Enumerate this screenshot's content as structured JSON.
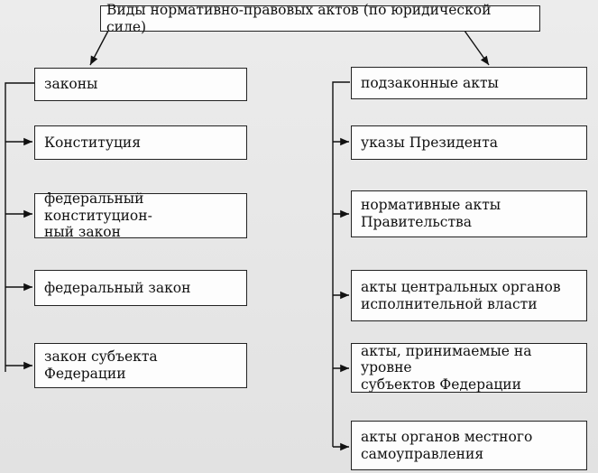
{
  "diagram": {
    "root": "Виды нормативно-правовых актов (по юридической силе)",
    "left_branch": {
      "title": "законы",
      "items": [
        "Конституция",
        "федеральный конституцион-\nный закон",
        "федеральный закон",
        "закон субъекта\nФедерации"
      ]
    },
    "right_branch": {
      "title": "подзаконные акты",
      "items": [
        "указы Президента",
        "нормативные акты\nПравительства",
        "акты центральных органов\nисполнительной власти",
        "акты, принимаемые на уровне\nсубъектов Федерации",
        "акты органов местного\nсамоуправления"
      ]
    }
  }
}
